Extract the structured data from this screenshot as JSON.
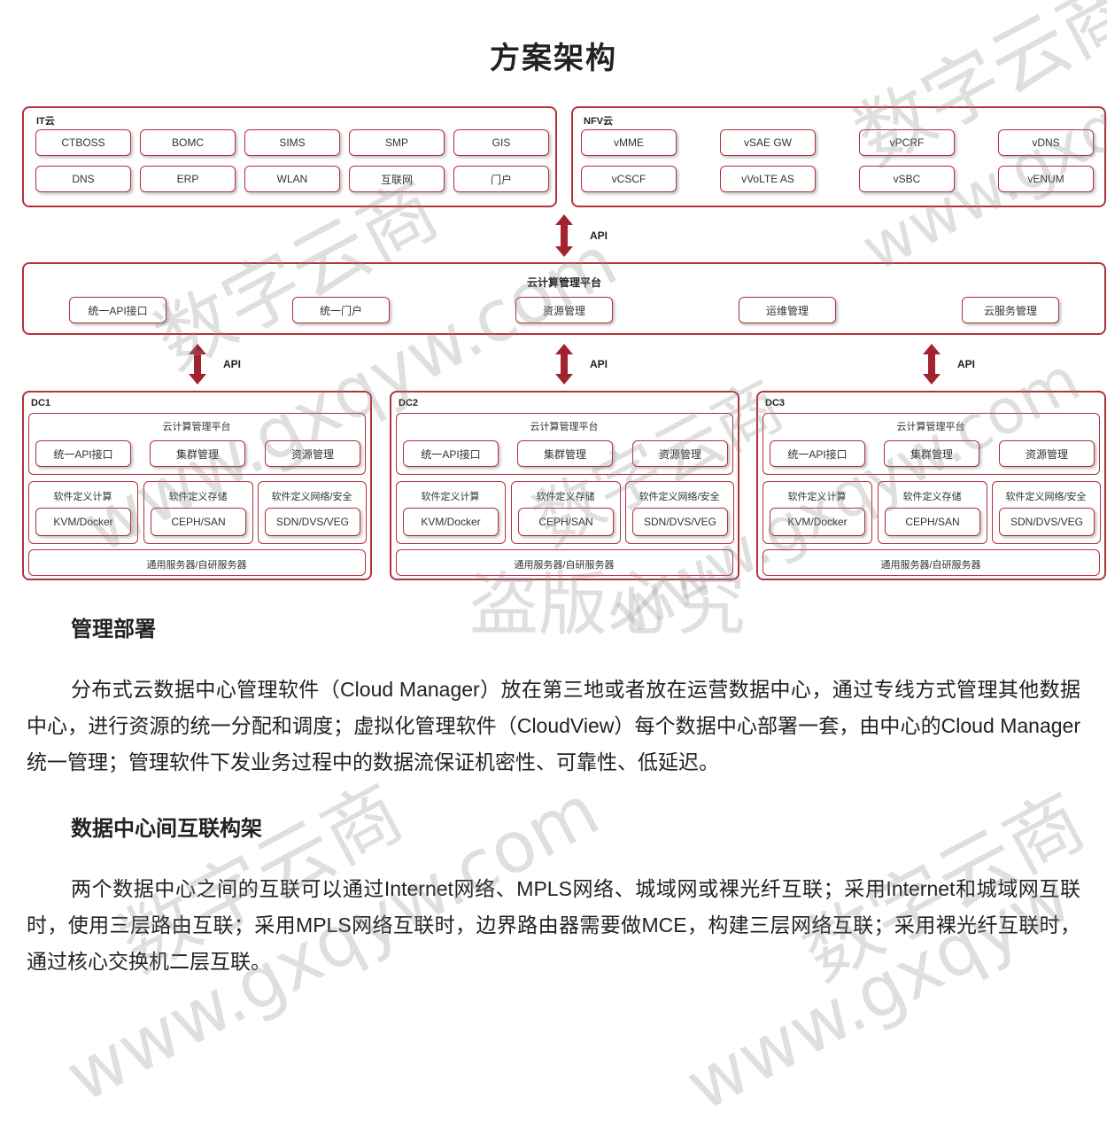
{
  "title": "方案架构",
  "it_cloud": {
    "label": "IT云",
    "row1": [
      "CTBOSS",
      "BOMC",
      "SIMS",
      "SMP",
      "GIS"
    ],
    "row2": [
      "DNS",
      "ERP",
      "WLAN",
      "互联网",
      "门户"
    ]
  },
  "nfv_cloud": {
    "label": "NFV云",
    "row1": [
      "vMME",
      "vSAE GW",
      "vPCRF",
      "vDNS"
    ],
    "row2": [
      "vCSCF",
      "vVoLTE AS",
      "vSBC",
      "vENUM"
    ]
  },
  "api_label": "API",
  "platform": {
    "title": "云计算管理平台",
    "items": [
      "统一API接口",
      "统一门户",
      "资源管理",
      "运维管理",
      "云服务管理"
    ]
  },
  "dcs": [
    {
      "label": "DC1",
      "platform_title": "云计算管理平台",
      "mgmt": [
        "统一API接口",
        "集群管理",
        "资源管理"
      ],
      "columns": [
        {
          "title": "软件定义计算",
          "item": "KVM/Docker"
        },
        {
          "title": "软件定义存储",
          "item": "CEPH/SAN"
        },
        {
          "title": "软件定义网络/安全",
          "item": "SDN/DVS/VEG"
        }
      ],
      "servers": "通用服务器/自研服务器"
    },
    {
      "label": "DC2",
      "platform_title": "云计算管理平台",
      "mgmt": [
        "统一API接口",
        "集群管理",
        "资源管理"
      ],
      "columns": [
        {
          "title": "软件定义计算",
          "item": "KVM/Docker"
        },
        {
          "title": "软件定义存储",
          "item": "CEPH/SAN"
        },
        {
          "title": "软件定义网络/安全",
          "item": "SDN/DVS/VEG"
        }
      ],
      "servers": "通用服务器/自研服务器"
    },
    {
      "label": "DC3",
      "platform_title": "云计算管理平台",
      "mgmt": [
        "统一API接口",
        "集群管理",
        "资源管理"
      ],
      "columns": [
        {
          "title": "软件定义计算",
          "item": "KVM/Docker"
        },
        {
          "title": "软件定义存储",
          "item": "CEPH/SAN"
        },
        {
          "title": "软件定义网络/安全",
          "item": "SDN/DVS/VEG"
        }
      ],
      "servers": "通用服务器/自研服务器"
    }
  ],
  "section1": {
    "heading": "管理部署",
    "body": "分布式云数据中心管理软件（Cloud Manager）放在第三地或者放在运营数据中心，通过专线方式管理其他数据中心，进行资源的统一分配和调度；虚拟化管理软件（CloudView）每个数据中心部署一套，由中心的Cloud Manager统一管理；管理软件下发业务过程中的数据流保证机密性、可靠性、低延迟。"
  },
  "section2": {
    "heading": "数据中心间互联构架",
    "body": "两个数据中心之间的互联可以通过Internet网络、MPLS网络、城域网或裸光纤互联；采用Internet和城域网互联时，使用三层路由互联；采用MPLS网络互联时，边界路由器需要做MCE，构建三层网络互联；采用裸光纤互联时，通过核心交换机二层互联。"
  },
  "watermarks": [
    "数字云商",
    "www.gxqyw.com",
    "数字云商",
    "www.gxqyw.com",
    "数字云商",
    "www.gxqyw.com",
    "盗版必究",
    "数字云商",
    "www.gxqyw.com",
    "数字云商",
    "www.gxqyw"
  ],
  "colors": {
    "accent": "#b3313f",
    "arrow": "#a3222f"
  }
}
